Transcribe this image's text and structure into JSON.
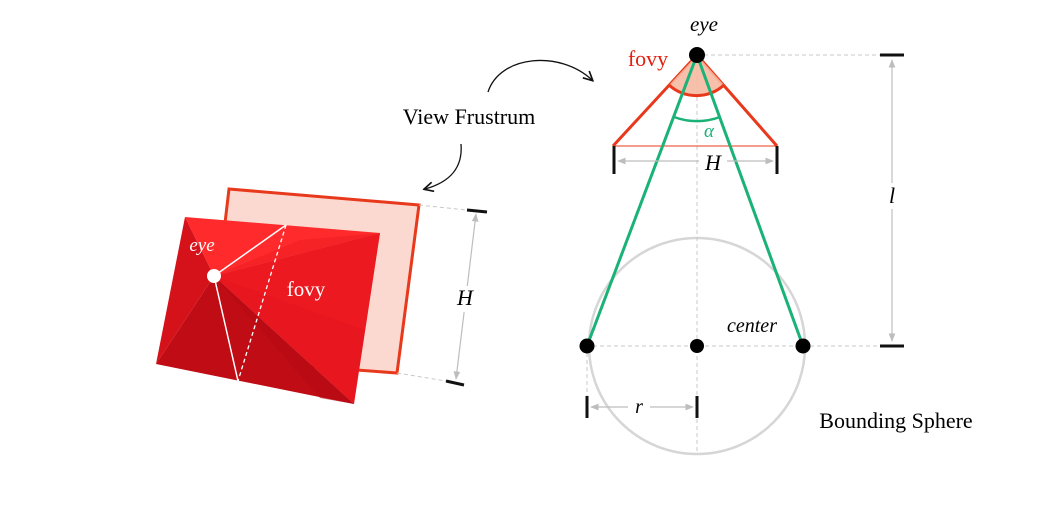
{
  "labels": {
    "view_frustrum": "View Frustrum",
    "bounding_sphere": "Bounding Sphere",
    "eye_left": "eye",
    "fovy_left": "fovy",
    "H_left": "H",
    "eye_right": "eye",
    "fovy_right": "fovy",
    "alpha": "α",
    "H_right": "H",
    "l": "l",
    "center": "center",
    "r": "r"
  },
  "colors": {
    "frustum_red": "#e8391c",
    "fovy_red": "#e02010",
    "alpha_green": "#1ab277",
    "sphere_gray": "#d6d6d6",
    "dim_gray": "#bdbdbd",
    "screen_red": "#e0141c",
    "back_plane_fill": "#fcd9d0"
  },
  "icons": {
    "annotation_arrow": "curved-arrow-icon"
  }
}
